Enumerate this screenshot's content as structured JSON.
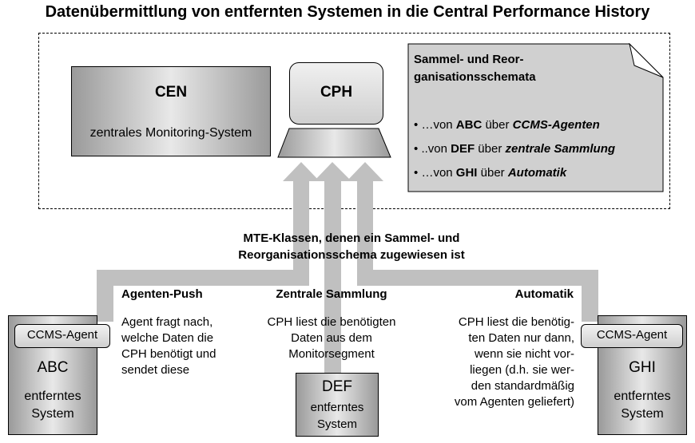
{
  "title": "Datenübermittlung von entfernten Systemen in die Central Performance History",
  "cen": {
    "title": "CEN",
    "subtitle": "zentrales Monitoring-System"
  },
  "cph": {
    "title": "CPH"
  },
  "note": {
    "heading_line1": "Sammel- und Reor-",
    "heading_line2": "ganisationsschemata",
    "items": [
      {
        "bullet": "•",
        "prefix": "…von ",
        "system": "ABC",
        "middle": " über ",
        "method": "CCMS-Agenten"
      },
      {
        "bullet": "•",
        "prefix": "..von ",
        "system": "DEF",
        "middle": " über ",
        "method": "zentrale Sammlung"
      },
      {
        "bullet": "•",
        "prefix": "…von ",
        "system": "GHI",
        "middle": " über ",
        "method": "Automatik"
      }
    ]
  },
  "mte": {
    "line1": "MTE-Klassen, denen ein Sammel- und",
    "line2": "Reorganisationsschema zugewiesen ist"
  },
  "paths": {
    "agent_push": {
      "heading": "Agenten-Push",
      "lines": [
        "Agent fragt nach,",
        "welche Daten die",
        "CPH benötigt und",
        "sendet diese"
      ]
    },
    "central": {
      "heading": "Zentrale Sammlung",
      "lines": [
        "CPH liest die benötigten",
        "Daten aus dem",
        "Monitorsegment"
      ]
    },
    "automatic": {
      "heading": "Automatik",
      "lines": [
        "CPH liest die benötig-",
        "ten Daten nur dann,",
        "wenn sie nicht vor-",
        "liegen (d.h. sie wer-",
        "den standardmäßig",
        "vom Agenten geliefert)"
      ]
    }
  },
  "systems": {
    "abc": {
      "agent": "CCMS-Agent",
      "name": "ABC",
      "sub1": "entferntes",
      "sub2": "System"
    },
    "def": {
      "name": "DEF",
      "sub1": "entferntes",
      "sub2": "System"
    },
    "ghi": {
      "agent": "CCMS-Agent",
      "name": "GHI",
      "sub1": "entferntes",
      "sub2": "System"
    }
  },
  "colors": {
    "arrow": "#c0c0c0",
    "box_dark": "#9a9a9a",
    "box_light": "#e8e8e8",
    "note": "#d0d0d0"
  }
}
